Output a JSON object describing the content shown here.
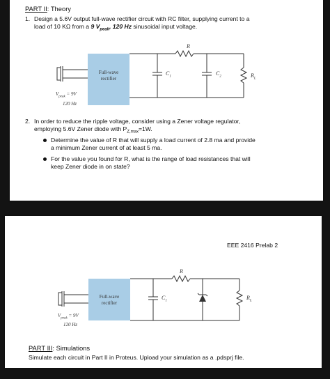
{
  "page1": {
    "heading_prefix": "PART II",
    "heading_suffix": ": Theory",
    "q1": {
      "number": "1.",
      "line1": "Design a 5.6V output full-wave rectifier circuit with RC filter, supplying current to a",
      "line2_a": "load of 10 KΩ from a ",
      "line2_b": "9 V",
      "line2_sub": "peak",
      "line2_c": ", 120 Hz",
      "line2_d": " sinusoidal input voltage."
    },
    "circuit": {
      "box_label_1": "Full-wave",
      "box_label_2": "rectifier",
      "source_label_1": "V",
      "source_label_1_sub": "peak",
      "source_label_1_tail": " = 9V",
      "source_label_2": "120 Hz",
      "R": "R",
      "C1": "C",
      "C1_sub": "1",
      "C2": "C",
      "C2_sub": "2",
      "RL": "R",
      "RL_sub": "L"
    },
    "q2": {
      "number": "2.",
      "line1": "In order to reduce the ripple voltage, consider using a Zener voltage regulator,",
      "line2_a": "employing 5.6V Zener diode with P",
      "line2_sub": "Z,max",
      "line2_b": "=1W."
    },
    "bullets": [
      {
        "line1": "Determine the value of R that will supply a load current of 2.8 ma and provide",
        "line2": "a minimum Zener current of at least 5 ma."
      },
      {
        "line1": "For the value you found for R, what is the range of load resistances that will",
        "line2": "keep Zener diode in on state?"
      }
    ]
  },
  "page2": {
    "header": "EEE 2416 Prelab 2",
    "circuit": {
      "box_label_1": "Full-wave",
      "box_label_2": "rectifier",
      "source_label_1": "V",
      "source_label_1_sub": "peak",
      "source_label_1_tail": " = 9V",
      "source_label_2": "120 Hz",
      "R": "R",
      "C1": "C",
      "C1_sub": "1",
      "RL": "R",
      "RL_sub": "L"
    },
    "heading_prefix": "PART III",
    "heading_suffix": ": Simulations",
    "instruction": "Simulate each circuit in Part II in Proteus. Upload your simulation as a .pdsprj file."
  },
  "colors": {
    "rectifier_fill": "#a9cde6",
    "background": "#131313",
    "page": "#ffffff"
  }
}
